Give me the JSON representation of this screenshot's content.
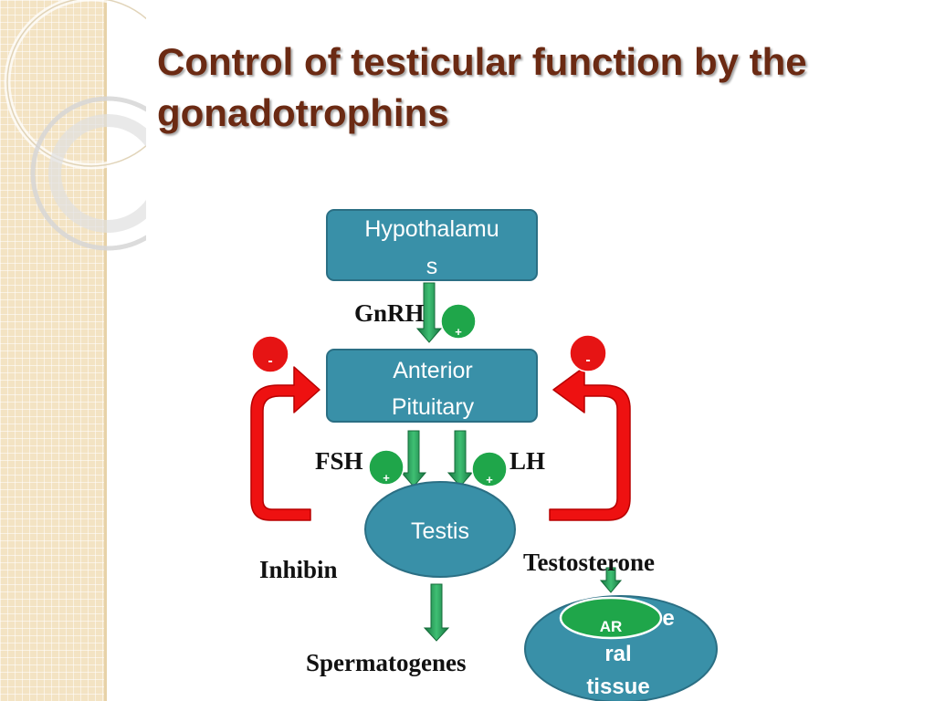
{
  "title": "Control of testicular function by the gonadotrophins",
  "nodes": {
    "hypothalamus": [
      "Hypothalamu",
      "s"
    ],
    "anterior_pituitary": [
      "Anterior",
      "Pituitary"
    ],
    "testis": "Testis",
    "target_tissue": [
      "e",
      "ral",
      "tissue"
    ],
    "androgen_receptor": "AR"
  },
  "labels": {
    "gnrh": "GnRH",
    "fsh": "FSH",
    "lh": "LH",
    "inhibin": "Inhibin",
    "testosterone": "Testosterone",
    "spermatogenesis": "Spermatogenes"
  },
  "signs": {
    "gnrh": "+",
    "fsh": "+",
    "lh": "+",
    "inhibin_feedback": "-",
    "testosterone_feedback": "-"
  },
  "colors": {
    "title": "#6b2a13",
    "node_fill": "#3990a8",
    "node_stroke": "#2b6f84",
    "stimulatory_arrow": "#1f9a55",
    "feedback_arrow": "#ee1111",
    "plus_badge": "#1fa64a",
    "minus_badge": "#e61414"
  }
}
